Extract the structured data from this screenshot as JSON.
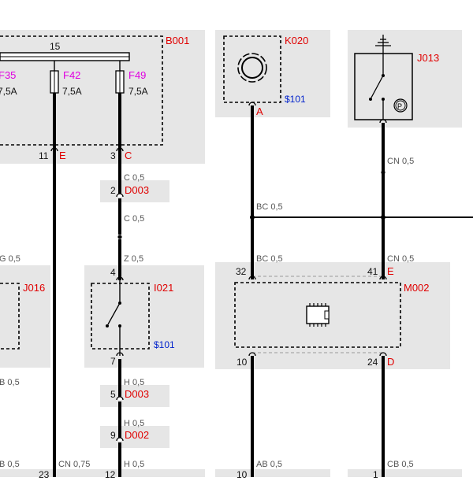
{
  "colors": {
    "panel": "#e6e6e6",
    "wire": "#000000",
    "conn_red": "#e00000",
    "fuse_magenta": "#e000e0",
    "ref_blue": "#0022cc",
    "wire_label": "#555555"
  },
  "components": {
    "B001": {
      "id": "B001",
      "bus_pin": "15",
      "fuses": [
        {
          "name": "F35",
          "rating": "7,5A"
        },
        {
          "name": "F42",
          "rating": "7,5A"
        },
        {
          "name": "F49",
          "rating": "7,5A"
        }
      ],
      "pins": {
        "E": {
          "num": "11",
          "letter": "E"
        },
        "C": {
          "num": "3",
          "letter": "C"
        }
      }
    },
    "K020": {
      "id": "K020",
      "ref": "$101",
      "pin": "A"
    },
    "J013": {
      "id": "J013",
      "symbol": "P"
    },
    "J016": {
      "id": "J016"
    },
    "I021": {
      "id": "I021",
      "ref": "$101",
      "pin_top": "4",
      "pin_bottom": "7"
    },
    "M002": {
      "id": "M002",
      "pins": {
        "p32": "32",
        "p41": "41",
        "p41_letter": "E",
        "p10": "10",
        "p24": "24",
        "p24_letter": "D"
      }
    }
  },
  "connectors": [
    {
      "num": "2",
      "id": "D003"
    },
    {
      "num": "5",
      "id": "D003"
    },
    {
      "num": "9",
      "id": "D002"
    }
  ],
  "wire_labels": {
    "c05_a": "C 0,5",
    "c05_b": "C 0,5",
    "z05": "Z 0,5",
    "h05_a": "H 0,5",
    "h05_b": "H 0,5",
    "h05_c": "H 0,5",
    "bc05_a": "BC 0,5",
    "bc05_b": "BC 0,5",
    "cn05_a": "CN 0,5",
    "cn05_b": "CN 0,5",
    "g05": "G 0,5",
    "b05_a": "B 0,5",
    "b05_b": "B 0,5",
    "cn075": "CN 0,75",
    "ab05": "AB 0,5",
    "cb05": "CB 0,5"
  },
  "bottom_pins": {
    "p23": "23",
    "p12": "12",
    "p10": "10",
    "p1": "1"
  }
}
